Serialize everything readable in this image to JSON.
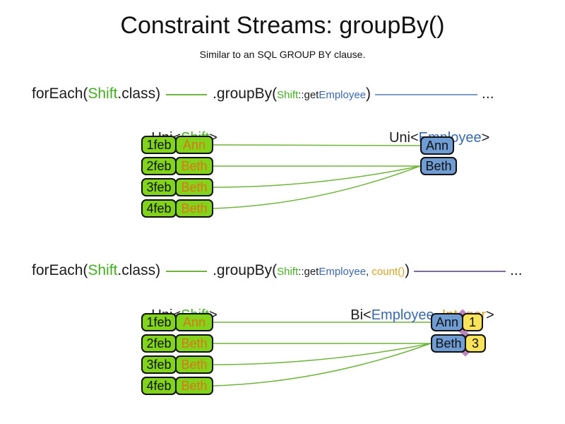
{
  "title": "Constraint Streams: groupBy()",
  "subtitle": "Similar to an SQL GROUP BY clause.",
  "colors": {
    "green_text": "#44AE20",
    "green_box": "#81D41A",
    "green_line": "#6FB53C",
    "blue_text": "#3A68B0",
    "blue_box": "#6F9CD2",
    "blue_line": "#7E9CC8",
    "purple_line": "#7E6B9E",
    "purple_diamond": "#BC85BE",
    "yellow_box": "#F8E35B",
    "orange_text": "#DE741E",
    "gold_text": "#D9A11F"
  },
  "section1": {
    "code": {
      "forEach": "forEach(",
      "shift": "Shift",
      "classEnd": ".class)",
      "groupBy": ".groupBy(",
      "argShift": "Shift",
      "argGet": "::get",
      "argEmployee": "Employee",
      "close": ")",
      "ellipsis": "..."
    },
    "left_label": {
      "pre": "Uni<",
      "type": "Shift",
      "post": ">"
    },
    "right_label": {
      "pre": "Uni<",
      "type": "Employee",
      "post": ">"
    },
    "rows": [
      {
        "date": "1feb",
        "name": "Ann"
      },
      {
        "date": "2feb",
        "name": "Beth"
      },
      {
        "date": "3feb",
        "name": "Beth"
      },
      {
        "date": "4feb",
        "name": "Beth"
      }
    ],
    "results": [
      {
        "name": "Ann"
      },
      {
        "name": "Beth"
      }
    ]
  },
  "section2": {
    "code": {
      "forEach": "forEach(",
      "shift": "Shift",
      "classEnd": ".class)",
      "groupBy": ".groupBy(",
      "argShift": "Shift",
      "argGet": "::get",
      "argEmployee": "Employee",
      "comma": ", ",
      "count": "count()",
      "close": ")",
      "ellipsis": "..."
    },
    "left_label": {
      "pre": "Uni<",
      "type": "Shift",
      "post": ">"
    },
    "right_label": {
      "pre": "Bi<",
      "type1": "Employee",
      "comma": ", ",
      "type2": "Integer",
      "post": ">"
    },
    "rows": [
      {
        "date": "1feb",
        "name": "Ann"
      },
      {
        "date": "2feb",
        "name": "Beth"
      },
      {
        "date": "3feb",
        "name": "Beth"
      },
      {
        "date": "4feb",
        "name": "Beth"
      }
    ],
    "results": [
      {
        "name": "Ann",
        "count": "1"
      },
      {
        "name": "Beth",
        "count": "3"
      }
    ]
  },
  "connections": [
    {
      "from": "s1r0",
      "to": "s1b0"
    },
    {
      "from": "s1r1",
      "to": "s1b1"
    },
    {
      "from": "s1r2",
      "to": "s1b1"
    },
    {
      "from": "s1r3",
      "to": "s1b1"
    },
    {
      "from": "s2r0",
      "to": "s2p0"
    },
    {
      "from": "s2r1",
      "to": "s2p1"
    },
    {
      "from": "s2r2",
      "to": "s2p1"
    },
    {
      "from": "s2r3",
      "to": "s2p1"
    }
  ]
}
